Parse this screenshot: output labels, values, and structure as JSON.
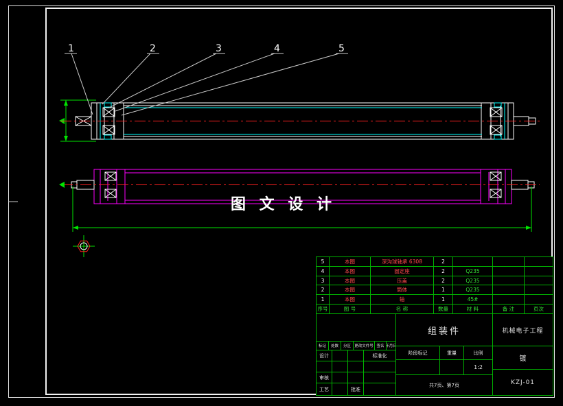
{
  "colors": {
    "background": "#000000",
    "frame": "#f2f2f2",
    "table_grid_green": "#00b400",
    "dimension_green": "#00e400",
    "centerline_red": "#ff2020",
    "detail_cyan": "#00ffff",
    "detail_magenta": "#ff00ff",
    "text_white": "#ffffff",
    "bom_text_red": "#ff4d4d"
  },
  "drawing": {
    "part_labels": [
      "1",
      "2",
      "3",
      "4",
      "5"
    ],
    "watermark": "图 文 设 计"
  },
  "bom": {
    "headers": {
      "no": "序号",
      "code": "图 号",
      "name": "名 称",
      "qty": "数量",
      "material": "材 料",
      "remark": "备 注",
      "page": "页次"
    },
    "rows": [
      {
        "no": "5",
        "code": "本图",
        "name": "深沟球轴承 6308",
        "qty": "2",
        "material": ""
      },
      {
        "no": "4",
        "code": "本图",
        "name": "固定座",
        "qty": "2",
        "material": "Q235"
      },
      {
        "no": "3",
        "code": "本图",
        "name": "压盖",
        "qty": "2",
        "material": "Q235"
      },
      {
        "no": "2",
        "code": "本图",
        "name": "筒体",
        "qty": "1",
        "material": "Q235"
      },
      {
        "no": "1",
        "code": "本图",
        "name": "轴",
        "qty": "1",
        "material": "45#"
      }
    ]
  },
  "title_block": {
    "part_name": "组装件",
    "org": "机械电子工程",
    "note": "镀",
    "drawing_no": "KZJ-01",
    "revision_cols": [
      "标记",
      "处数",
      "分区",
      "更改文件号",
      "签名",
      "年月日"
    ],
    "design": "设计",
    "standardize": "标准化",
    "stage": "阶段标记",
    "weight": "重量",
    "scale": "比例",
    "scale_value": "1:2",
    "check": "审核",
    "process": "工艺",
    "approve": "批准",
    "pages": "共7页、第7页"
  }
}
